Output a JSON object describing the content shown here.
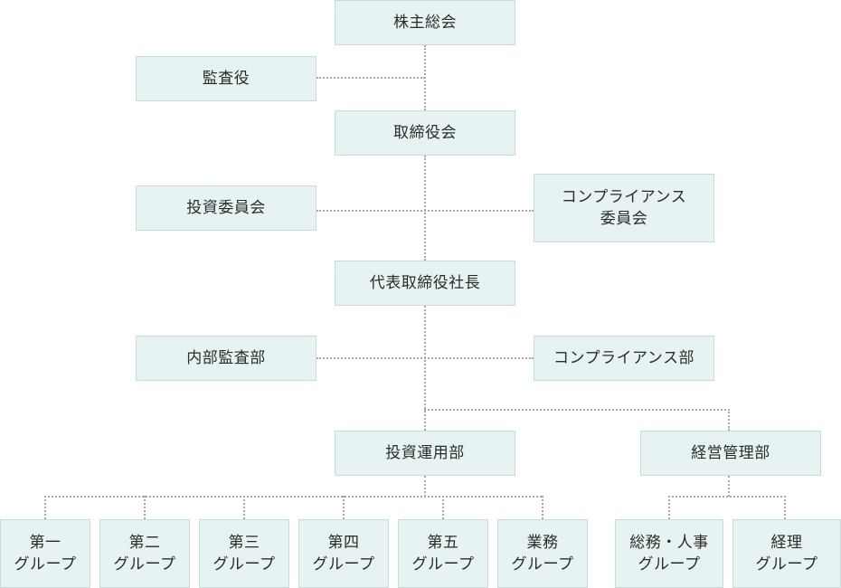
{
  "nodes": {
    "shareholders_meeting": "株主総会",
    "auditor": "監査役",
    "board": "取締役会",
    "investment_committee": "投資委員会",
    "compliance_committee": [
      "コンプライアンス",
      "委員会"
    ],
    "president": "代表取締役社長",
    "internal_audit": "内部監査部",
    "compliance_dept": "コンプライアンス部",
    "investment_dept": "投資運用部",
    "admin_dept": "経営管理部",
    "group1": [
      "第一",
      "グループ"
    ],
    "group2": [
      "第二",
      "グループ"
    ],
    "group3": [
      "第三",
      "グループ"
    ],
    "group4": [
      "第四",
      "グループ"
    ],
    "group5": [
      "第五",
      "グループ"
    ],
    "operations_group": [
      "業務",
      "グループ"
    ],
    "general_affairs_group": [
      "総務・人事",
      "グループ"
    ],
    "accounting_group": [
      "経理",
      "グループ"
    ]
  }
}
